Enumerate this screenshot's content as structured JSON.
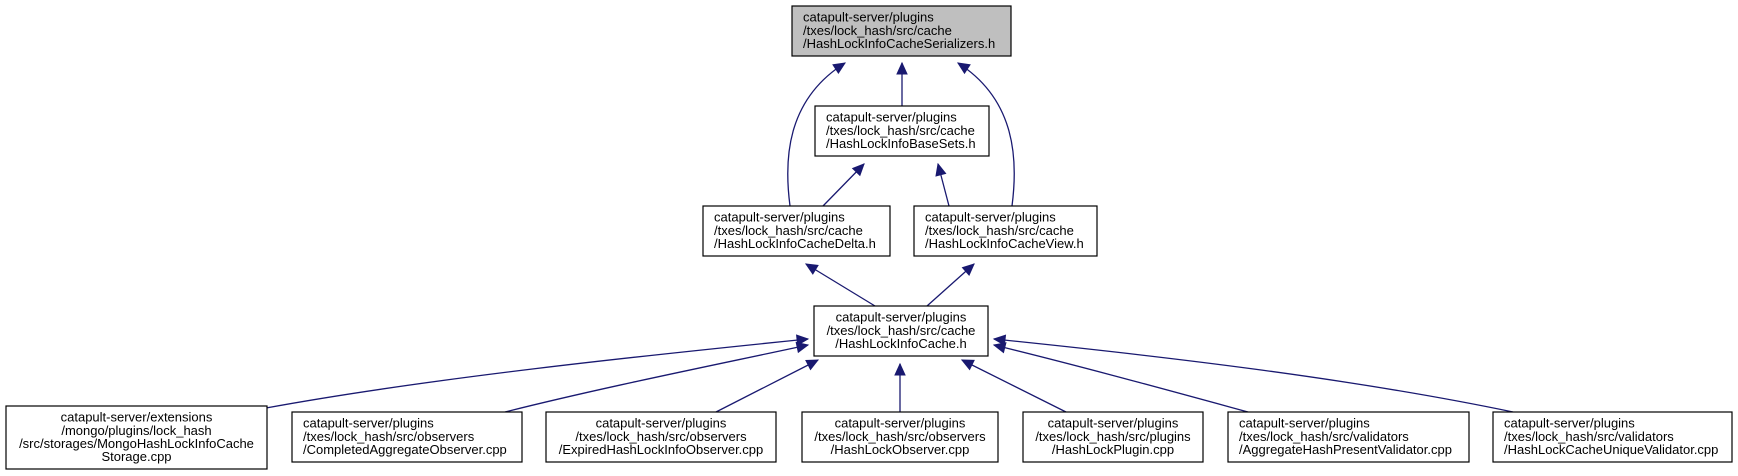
{
  "colors": {
    "edge": "#191970",
    "root_fill": "#bfbfbf",
    "node_fill": "#ffffff",
    "node_border": "#000000"
  },
  "nodes": [
    {
      "id": "serializers",
      "highlighted": true,
      "lines": [
        "catapult-server/plugins",
        "/txes/lock_hash/src/cache",
        "/HashLockInfoCacheSerializers.h"
      ]
    },
    {
      "id": "basesets",
      "lines": [
        "catapult-server/plugins",
        "/txes/lock_hash/src/cache",
        "/HashLockInfoBaseSets.h"
      ]
    },
    {
      "id": "delta",
      "lines": [
        "catapult-server/plugins",
        "/txes/lock_hash/src/cache",
        "/HashLockInfoCacheDelta.h"
      ]
    },
    {
      "id": "view",
      "lines": [
        "catapult-server/plugins",
        "/txes/lock_hash/src/cache",
        "/HashLockInfoCacheView.h"
      ]
    },
    {
      "id": "cache",
      "lines": [
        "catapult-server/plugins",
        "/txes/lock_hash/src/cache",
        "/HashLockInfoCache.h"
      ]
    },
    {
      "id": "mongo",
      "lines": [
        "catapult-server/extensions",
        "/mongo/plugins/lock_hash",
        "/src/storages/MongoHashLockInfoCache",
        "Storage.cpp"
      ]
    },
    {
      "id": "completed",
      "lines": [
        "catapult-server/plugins",
        "/txes/lock_hash/src/observers",
        "/CompletedAggregateObserver.cpp"
      ]
    },
    {
      "id": "expired",
      "lines": [
        "catapult-server/plugins",
        "/txes/lock_hash/src/observers",
        "/ExpiredHashLockInfoObserver.cpp"
      ]
    },
    {
      "id": "observer",
      "lines": [
        "catapult-server/plugins",
        "/txes/lock_hash/src/observers",
        "/HashLockObserver.cpp"
      ]
    },
    {
      "id": "plugin",
      "lines": [
        "catapult-server/plugins",
        "/txes/lock_hash/src/plugins",
        "/HashLockPlugin.cpp"
      ]
    },
    {
      "id": "aggvalidator",
      "lines": [
        "catapult-server/plugins",
        "/txes/lock_hash/src/validators",
        "/AggregateHashPresentValidator.cpp"
      ]
    },
    {
      "id": "uniquevalidator",
      "lines": [
        "catapult-server/plugins",
        "/txes/lock_hash/src/validators",
        "/HashLockCacheUniqueValidator.cpp"
      ]
    }
  ],
  "edges": [
    {
      "from": "basesets",
      "to": "serializers"
    },
    {
      "from": "delta",
      "to": "serializers"
    },
    {
      "from": "view",
      "to": "serializers"
    },
    {
      "from": "delta",
      "to": "basesets"
    },
    {
      "from": "view",
      "to": "basesets"
    },
    {
      "from": "cache",
      "to": "delta"
    },
    {
      "from": "cache",
      "to": "view"
    },
    {
      "from": "mongo",
      "to": "cache"
    },
    {
      "from": "completed",
      "to": "cache"
    },
    {
      "from": "expired",
      "to": "cache"
    },
    {
      "from": "observer",
      "to": "cache"
    },
    {
      "from": "plugin",
      "to": "cache"
    },
    {
      "from": "aggvalidator",
      "to": "cache"
    },
    {
      "from": "uniquevalidator",
      "to": "cache"
    }
  ]
}
